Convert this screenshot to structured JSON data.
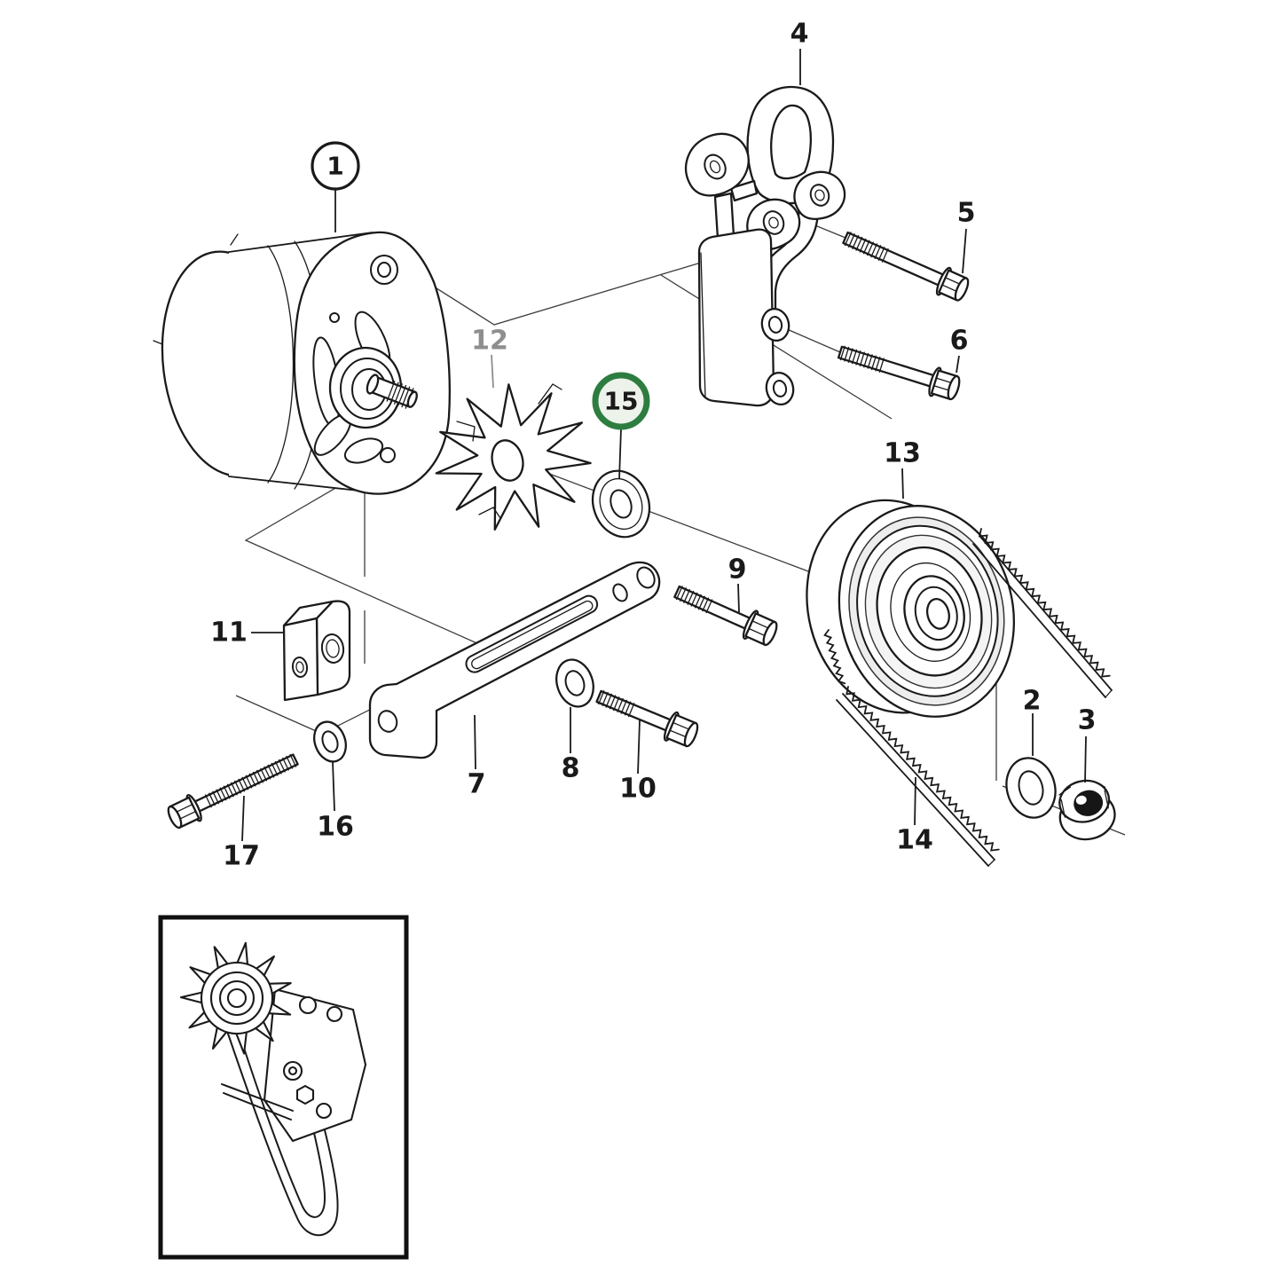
{
  "colors": {
    "line": "#1a1a1a",
    "gray_label": "#8e8e8e",
    "highlight_ring": "#2e7d40",
    "highlight_fill": "#edf3eb",
    "paper": "#ffffff"
  },
  "highlighted_callout": "15",
  "callouts": [
    {
      "label": "1",
      "style": "circled"
    },
    {
      "label": "2",
      "style": "plain"
    },
    {
      "label": "3",
      "style": "plain"
    },
    {
      "label": "4",
      "style": "plain"
    },
    {
      "label": "5",
      "style": "plain"
    },
    {
      "label": "6",
      "style": "plain"
    },
    {
      "label": "7",
      "style": "plain"
    },
    {
      "label": "8",
      "style": "plain"
    },
    {
      "label": "9",
      "style": "plain"
    },
    {
      "label": "10",
      "style": "plain"
    },
    {
      "label": "11",
      "style": "plain"
    },
    {
      "label": "12",
      "style": "gray"
    },
    {
      "label": "13",
      "style": "plain"
    },
    {
      "label": "14",
      "style": "plain"
    },
    {
      "label": "15",
      "style": "green-circled"
    },
    {
      "label": "16",
      "style": "plain"
    },
    {
      "label": "17",
      "style": "plain"
    }
  ]
}
